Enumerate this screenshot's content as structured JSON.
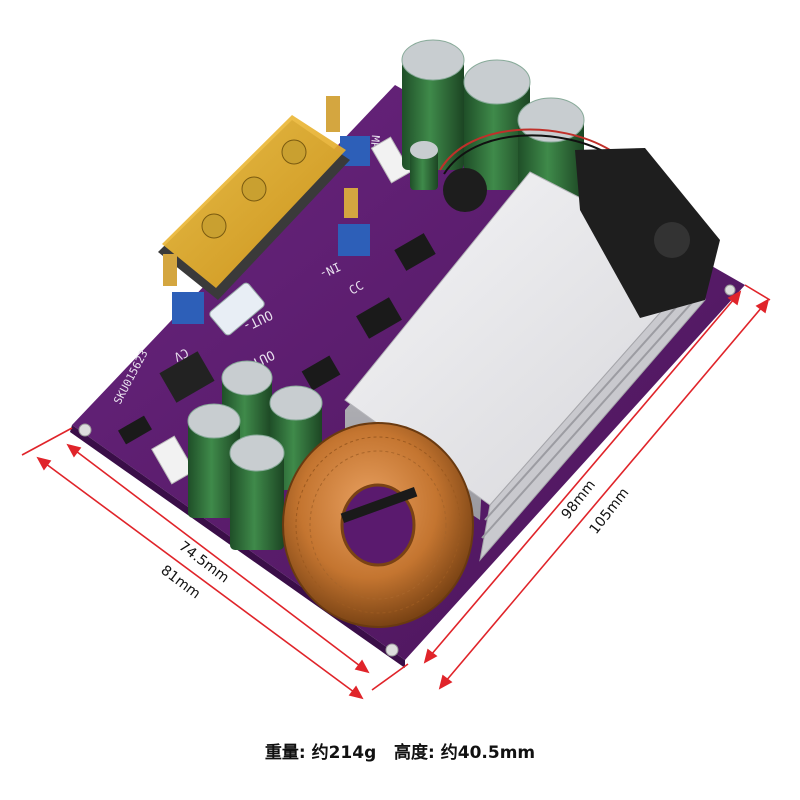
{
  "dimensions": {
    "width_inner": "74.5mm",
    "width_outer": "81mm",
    "length_inner": "98mm",
    "length_outer": "105mm"
  },
  "silkscreen": {
    "sku": "SKU015623",
    "out_minus": "OUT-",
    "out_plus": "OUT+",
    "in_minus": "IN-",
    "cc_label": "CC",
    "cv_label": "CV",
    "mp_label": "MP"
  },
  "specs": {
    "weight_label": "重量:",
    "weight_value": "约214g",
    "height_label": "高度:",
    "height_value": "约40.5mm"
  },
  "colors": {
    "pcb": "#5a1a6e",
    "dimension_line": "#e0242a",
    "heatsink": "#e9e9ec",
    "copper": "#c9813d",
    "capacitor": "#2f6b3a"
  }
}
